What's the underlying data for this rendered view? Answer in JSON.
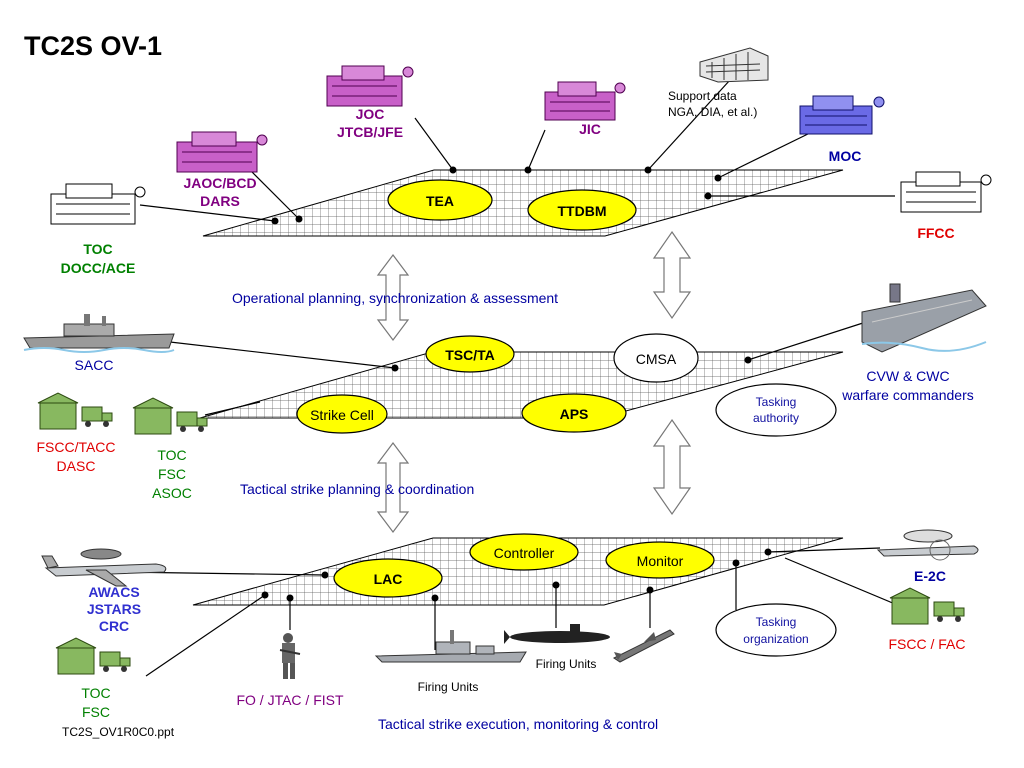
{
  "title": "TC2S OV-1",
  "footer_file": "TC2S_OV1R0C0.ppt",
  "colors": {
    "yellow_oval": "#ffff00",
    "purple": "#800080",
    "green": "#008000",
    "blue_text": "#0000a0",
    "red_text": "#e00000"
  },
  "planes": {
    "top": {
      "caption": "Operational planning, synchronization & assessment",
      "ovals": {
        "tea": "TEA",
        "ttdbm": "TTDBM"
      }
    },
    "middle": {
      "caption": "Tactical strike planning & coordination",
      "ovals": {
        "tsc_ta": "TSC/TA",
        "cmsa": "CMSA",
        "strike_cell": "Strike Cell",
        "aps": "APS"
      },
      "tasking_authority": [
        "Tasking",
        "authority"
      ]
    },
    "bottom": {
      "caption": "Tactical strike execution, monitoring & control",
      "ovals": {
        "controller": "Controller",
        "monitor": "Monitor",
        "lac": "LAC"
      },
      "tasking_organization": [
        "Tasking",
        "organization"
      ]
    }
  },
  "nodes": {
    "joc": [
      "JOC",
      "JTCB/JFE"
    ],
    "jic": [
      "JIC"
    ],
    "support": [
      "Support data",
      "NGA, DIA, et al.)"
    ],
    "moc": [
      "MOC"
    ],
    "jaoc": [
      "JAOC/BCD",
      "DARS"
    ],
    "toc_top": [
      "TOC",
      "DOCC/ACE"
    ],
    "ffcc": [
      "FFCC"
    ],
    "sacc": [
      "SACC"
    ],
    "cvw": [
      "CVW & CWC",
      "warfare commanders"
    ],
    "fscc_tacc": [
      "FSCC/TACC",
      "DASC"
    ],
    "toc_mid": [
      "TOC",
      "FSC",
      "ASOC"
    ],
    "awacs": [
      "AWACS",
      "JSTARS",
      "CRC"
    ],
    "e2c": [
      "E-2C"
    ],
    "fscc_fac": [
      "FSCC / FAC"
    ],
    "toc_bottom": [
      "TOC",
      "FSC"
    ],
    "fo": [
      "FO / JTAC / FIST"
    ],
    "firing_units_ship": [
      "Firing Units"
    ],
    "firing_units_sub": [
      "Firing Units"
    ]
  }
}
